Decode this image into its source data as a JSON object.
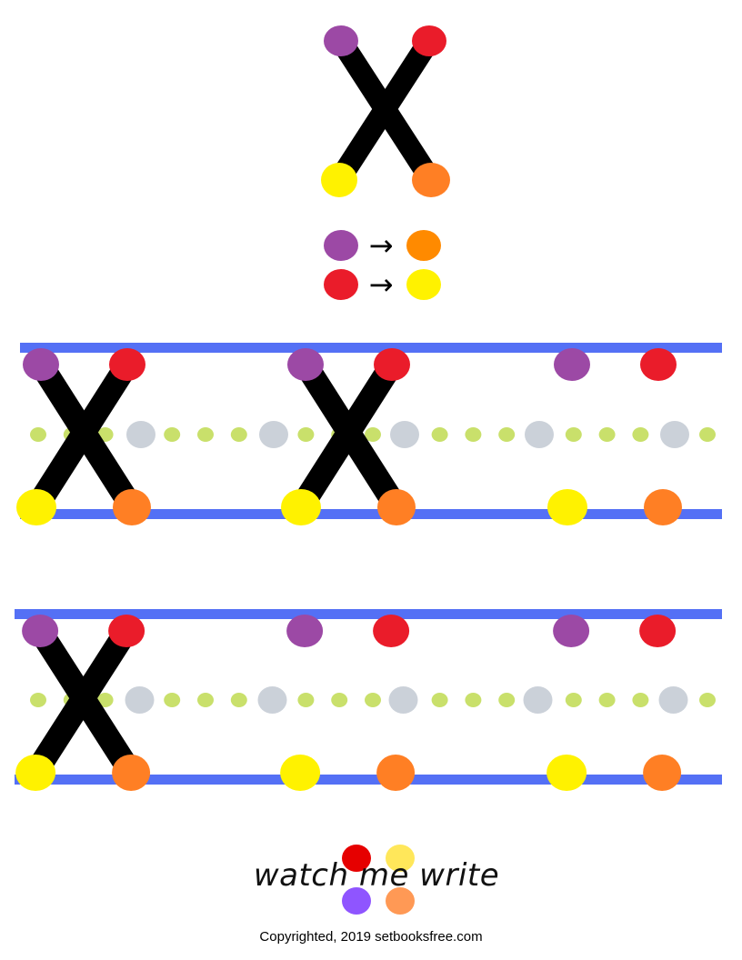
{
  "colors": {
    "purple": "#9c49a5",
    "red": "#ea1c2a",
    "yellow": "#fff200",
    "orange": "#ff7f24",
    "orange_key": "#ff8a00",
    "line_blue": "#5470f5",
    "midline_green": "#c9e06b",
    "guide_gray": "#cbd1d9",
    "stroke_black": "#000000",
    "logo_red": "#e60000",
    "logo_yellow": "#ffe75a",
    "logo_purple": "#8f55ff",
    "logo_orange": "#ff9955"
  },
  "stroke_order": [
    {
      "from": "purple",
      "to": "orange",
      "arrow": "→"
    },
    {
      "from": "red",
      "to": "yellow",
      "arrow": "→"
    }
  ],
  "logo": {
    "text": "watch me write"
  },
  "footer": {
    "copyright": "Copyrighted, 2019 setbooksfree.com"
  }
}
